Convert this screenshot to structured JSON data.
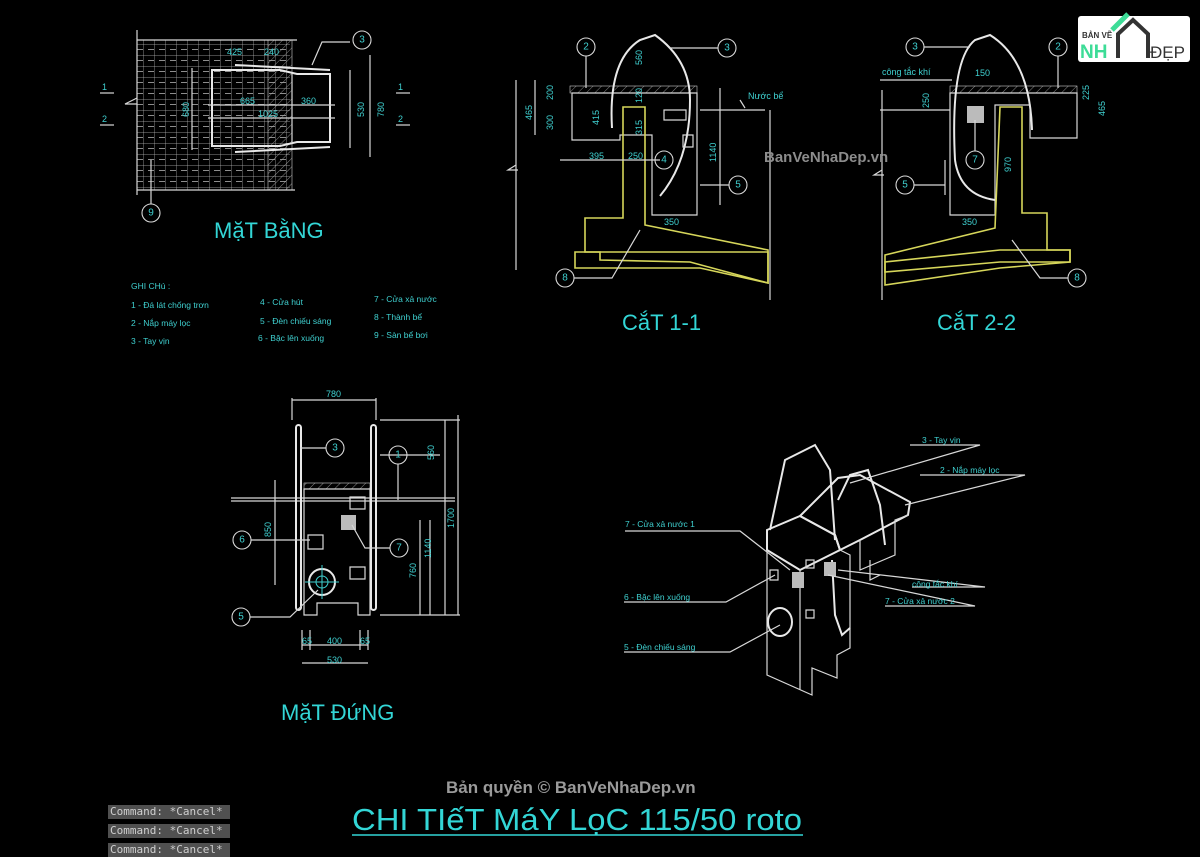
{
  "colors": {
    "background": "#000000",
    "annotation": "#3fd0d0",
    "linework": "#d8d8d8",
    "wall": "#d6d65a",
    "command_bar": "#505050"
  },
  "logo": {
    "line1": "BẢN VẼ",
    "line2": "NH",
    "line3": "ĐẸP",
    "accent": "#3ddc97"
  },
  "watermark": "BanVeNhaDep.vn",
  "copyright": "Bản quyền © BanVeNhaDep.vn",
  "plan": {
    "title": "MặT BằNG",
    "dims": {
      "a": "425",
      "b": "240",
      "c": "665",
      "d": "360",
      "e": "1025",
      "f": "680",
      "g": "530",
      "h": "780"
    },
    "section_marks": [
      "1",
      "2"
    ],
    "callouts": [
      "3",
      "9"
    ]
  },
  "notes": {
    "heading": "GHI CHú :",
    "items": [
      "1 - Đá lát chống trơn",
      "2 - Nắp máy lọc",
      "3 - Tay vịn",
      "4 - Cửa hút",
      "5 - Đèn chiếu sáng",
      "6 - Bậc lên xuống",
      "7 - Cửa xả nước",
      "8 - Thành bể",
      "9 - Sàn bể bơi"
    ]
  },
  "section_1": {
    "title": "CắT 1-1",
    "water_label": "Nước bể",
    "dims": {
      "a": "465",
      "b": "200",
      "c": "300",
      "d": "415",
      "e": "120",
      "f": "315",
      "g": "560",
      "h": "395",
      "i": "250",
      "j": "1140",
      "k": "350"
    },
    "callouts": [
      "2",
      "3",
      "4",
      "5",
      "8"
    ]
  },
  "section_2": {
    "title": "CắT 2-2",
    "switch_label": "công tắc khí",
    "dims": {
      "a": "150",
      "b": "250",
      "c": "225",
      "d": "465",
      "e": "970",
      "f": "350"
    },
    "callouts": [
      "3",
      "2",
      "7",
      "5",
      "8"
    ]
  },
  "elevation": {
    "title": "MặT ĐứNG",
    "dims": {
      "a": "780",
      "b": "560",
      "c": "1700",
      "d": "1140",
      "e": "760",
      "f": "850",
      "g": "65",
      "h": "400",
      "i": "65",
      "j": "530"
    },
    "callouts": [
      "3",
      "1",
      "6",
      "7",
      "5"
    ]
  },
  "isometric": {
    "labels": [
      "3 - Tay vịn",
      "2 - Nắp máy lọc",
      "7 - Cửa xả nước 1",
      "6 - Bậc lên xuống",
      "5 - Đèn chiếu sáng",
      "công tắc khí",
      "7 - Cửa xả nước 2"
    ]
  },
  "main_title": "CHI TIếT MáY LọC 115/50 roto",
  "command_history": [
    "Command: *Cancel*",
    "Command: *Cancel*",
    "Command: *Cancel*"
  ]
}
